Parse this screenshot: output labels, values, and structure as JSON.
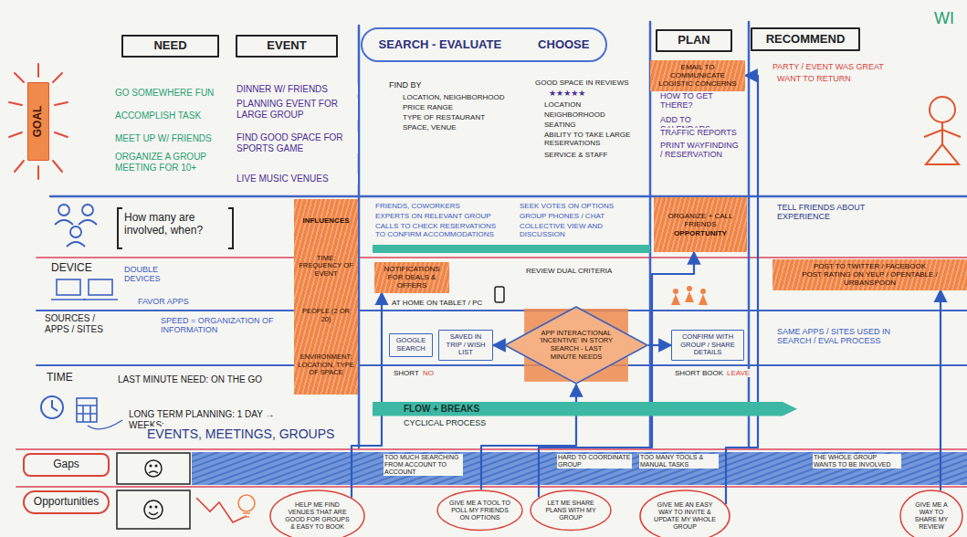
{
  "diagram": {
    "nodes": [
      {
        "text": [
          "NEED"
        ]
      },
      {
        "text": [
          "EVENT"
        ]
      },
      {
        "text": [
          "SEARCH - EVALUATE",
          "CHOOSE"
        ]
      },
      {
        "text": [
          "PLAN"
        ]
      },
      {
        "text": [
          "RECOMMEND"
        ]
      },
      {
        "text": [
          "GOAL"
        ]
      },
      {
        "text": [
          "EMAIL TO COMMUNICATE LOGISTIC CONCERNS"
        ]
      },
      {
        "text": [
          "INFLUENCES",
          "TIME: FREQUENCY OF EVENT",
          "PEOPLE (2 OR 20)",
          "ENVIRONMENT: LOCATION, TYPE OF SPACE"
        ]
      },
      {
        "text": [
          "ORGANIZE + CALL FRIENDS",
          "OPPORTUNITY"
        ]
      },
      {
        "text": [
          "NOTIFICATIONS FOR DEALS & OFFERS"
        ]
      },
      {
        "text": [
          "POST TO TWITTER / FACEBOOK",
          "POST RATING ON YELP / OPENTABLE / URBANSPOON"
        ]
      },
      {
        "text": [
          "GOOGLE SEARCH"
        ]
      },
      {
        "text": [
          "SAVED IN TRIP / WISH LIST"
        ]
      },
      {
        "text": [
          "APP INTERACTIONAL 'INCENTIVE' IN STORY SEARCH - LAST MINUTE NEEDS"
        ]
      },
      {
        "text": [
          "CONFIRM WITH GROUP / SHARE DETAILS"
        ]
      },
      {
        "text": [
          "FLOW + BREAKS",
          "CYCLICAL PROCESS"
        ]
      },
      {
        "text": [
          "Gaps"
        ]
      },
      {
        "text": [
          "Opportunities"
        ]
      },
      {
        "text": [
          "HELP ME FIND VENUES THAT ARE GOOD FOR GROUPS & EASY TO BOOK"
        ]
      },
      {
        "text": [
          "GIVE ME A TOOL TO POLL MY FRIENDS ON OPTIONS"
        ]
      },
      {
        "text": [
          "LET ME SHARE PLANS WITH MY GROUP"
        ]
      },
      {
        "text": [
          "GIVE ME AN EASY WAY TO INVITE & UPDATE MY WHOLE GROUP"
        ]
      },
      {
        "text": [
          "GIVE ME A WAY TO SHARE MY REVIEW"
        ]
      }
    ],
    "edges": [
      {
        "from": 18,
        "to": 9,
        "arrow": "to"
      },
      {
        "from": 19,
        "to": 13,
        "arrow": "to"
      },
      {
        "from": 20,
        "to": 8,
        "arrow": "to"
      },
      {
        "from": 21,
        "to": 6,
        "arrow": "to"
      },
      {
        "from": 13,
        "to": 12,
        "arrow": "to"
      },
      {
        "from": 13,
        "to": 14,
        "arrow": "to"
      },
      {
        "from": 22,
        "to": 10,
        "arrow": "to"
      }
    ],
    "labels": [
      "WI",
      "GO SOMEWHERE FUN",
      "ACCOMPLISH TASK",
      "MEET UP W/ FRIENDS",
      "ORGANIZE A GROUP MEETING FOR 10+",
      "DINNER W/ FRIENDS",
      "PLANNING EVENT FOR LARGE GROUP",
      "FIND GOOD SPACE FOR SPORTS GAME",
      "LIVE MUSIC VENUES",
      "FIND BY",
      "LOCATION, NEIGHBORHOOD",
      "PRICE RANGE",
      "TYPE OF RESTAURANT",
      "SPACE, VENUE",
      "GOOD SPACE IN REVIEWS",
      "★★★★★",
      "LOCATION",
      "NEIGHBORHOOD",
      "SEATING",
      "ABILITY TO TAKE LARGE RESERVATIONS",
      "SERVICE & STAFF",
      "HOW TO GET THERE?",
      "ADD TO CALENDARS",
      "TRAFFIC REPORTS",
      "PRINT WAYFINDING / RESERVATION",
      "PARTY / EVENT WAS GREAT",
      "WANT TO RETURN",
      "How many are involved, when?",
      "FRIENDS, COWORKERS",
      "EXPERTS ON RELEVANT GROUP",
      "CALLS TO CHECK RESERVATIONS TO CONFIRM ACCOMMODATIONS",
      "SEEK VOTES ON OPTIONS",
      "GROUP PHONES / CHAT DISCUSSIONS",
      "COLLECTIVE VIEW AND DISCUSSION",
      "TELL FRIENDS ABOUT EXPERIENCE",
      "DEVICE",
      "DOUBLE DEVICES",
      "AT HOME ON TABLET / PC",
      "REVIEW DUAL CRITERIA",
      "SOURCES / APPS / SITES",
      "FAVOR APPS",
      "SPEED = ORGANIZATION OF INFORMATION",
      "SHORT",
      "NO",
      "SHORT",
      "BOOK",
      "LEAVE",
      "SAME APPS / SITES USED IN SEARCH / EVAL PROCESS",
      "TIME",
      "LAST MINUTE NEED: ON THE GO",
      "LONG TERM PLANNING: 1 DAY → WEEKS:",
      "EVENTS, MEETINGS, GROUPS",
      "TOO MUCH SEARCHING FROM ACCOUNT TO ACCOUNT",
      "HARD TO COORDINATE GROUP",
      "TOO MANY TOOLS & MANUAL TASKS",
      "THE WHOLE GROUP WANTS TO BE INVOLVED"
    ]
  }
}
